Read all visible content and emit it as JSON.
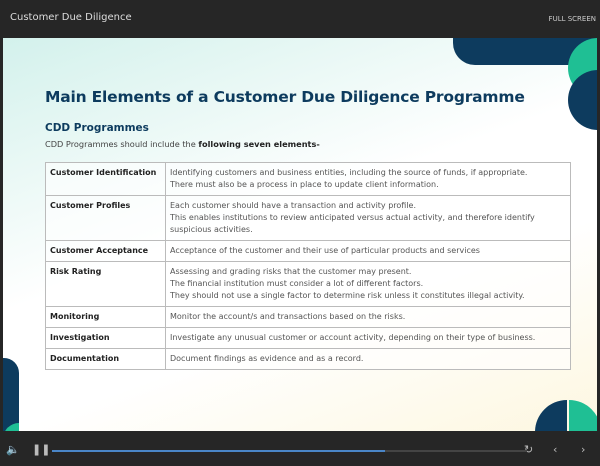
{
  "window": {
    "title": "Customer Due Diligence",
    "fullscreen_label": "FULL SCREEN"
  },
  "slide": {
    "heading": "Main Elements of a Customer Due Diligence Programme",
    "subheading": "CDD Programmes",
    "intro_prefix": "CDD Programmes should include the ",
    "intro_bold": "following seven elements-",
    "rows": [
      {
        "key": "Customer Identification",
        "lines": [
          "Identifying customers and business entities, including the source of funds, if appropriate.",
          "There must also be a process in place to update client information."
        ]
      },
      {
        "key": "Customer Profiles",
        "lines": [
          "Each customer should have a transaction and activity profile.",
          "This enables institutions to review anticipated versus actual activity, and therefore identify suspicious activities."
        ]
      },
      {
        "key": "Customer Acceptance",
        "lines": [
          "Acceptance of the customer and their use of particular products and services"
        ]
      },
      {
        "key": "Risk Rating",
        "lines": [
          "Assessing and grading risks that the customer may present.",
          "The financial institution must consider a lot of different factors.",
          "They should not use a single factor to determine risk unless it constitutes illegal activity."
        ]
      },
      {
        "key": "Monitoring",
        "lines": [
          "Monitor the account/s and transactions based on the risks."
        ]
      },
      {
        "key": "Investigation",
        "lines": [
          "Investigate any unusual customer or account activity, depending on their type of business."
        ]
      },
      {
        "key": "Documentation",
        "lines": [
          "Document findings as evidence and as a record."
        ]
      }
    ]
  },
  "player": {
    "progress_percent": 70,
    "icons": [
      "volume-icon",
      "pause-icon",
      "replay-icon",
      "previous-icon",
      "next-icon"
    ]
  },
  "colors": {
    "navy": "#0d3b5e",
    "teal": "#1fbf94",
    "progress": "#4a86c8"
  }
}
